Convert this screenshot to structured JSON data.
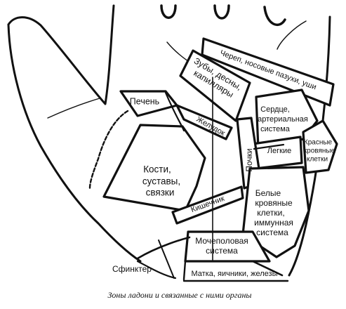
{
  "colors": {
    "ink": "#111111",
    "paper": "#ffffff"
  },
  "labels": {
    "skull": "Череп, носовые пазухи, уши",
    "teeth_1": "Зубы, десны,",
    "teeth_2": "капилляры",
    "liver": "Печень",
    "heart_1": "Сердце,",
    "heart_2": "артериальная",
    "heart_3": "система",
    "stomach": "Желудок",
    "lungs": "Легкие",
    "red_cells_1": "Красные",
    "red_cells_2": "кровяные",
    "red_cells_3": "клетки",
    "kidneys": "Почки",
    "bones_1": "Кости,",
    "bones_2": "суставы,",
    "bones_3": "связки",
    "white_cells_1": "Белые",
    "white_cells_2": "кровяные",
    "white_cells_3": "клетки,",
    "white_cells_4": "иммунная",
    "white_cells_5": "система",
    "intestine": "Кишечник",
    "urogenital_1": "Мочеполовая",
    "urogenital_2": "система",
    "sphincter": "Сфинктер",
    "uterus": "Матка, яичники, железы"
  },
  "caption": "Зоны ладони и связанные с ними органы"
}
